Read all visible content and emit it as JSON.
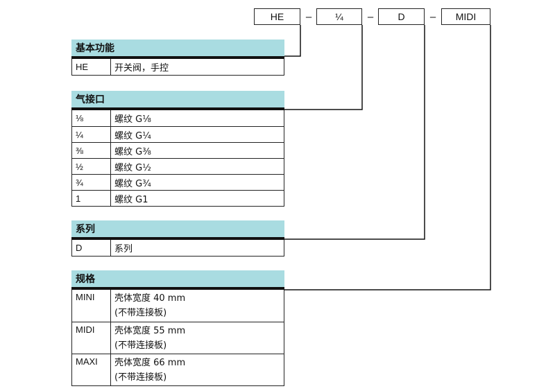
{
  "code": {
    "segments": [
      "HE",
      "¼",
      "D",
      "MIDI"
    ],
    "separator": "–"
  },
  "sections": [
    {
      "title": "基本功能",
      "rows": [
        {
          "code": "HE",
          "desc": "开关阀，手控"
        }
      ]
    },
    {
      "title": "气接口",
      "rows": [
        {
          "code": "⅛",
          "desc": "螺纹 G⅛"
        },
        {
          "code": "¼",
          "desc": "螺纹 G¼"
        },
        {
          "code": "⅜",
          "desc": "螺纹 G⅜"
        },
        {
          "code": "½",
          "desc": "螺纹 G½"
        },
        {
          "code": "¾",
          "desc": "螺纹 G¾"
        },
        {
          "code": "1",
          "desc": "螺纹 G1"
        }
      ]
    },
    {
      "title": "系列",
      "rows": [
        {
          "code": "D",
          "desc": "系列"
        }
      ]
    },
    {
      "title": "规格",
      "rows": [
        {
          "code": "MINI",
          "desc": "壳体宽度 40 mm",
          "note": "(不带连接板)"
        },
        {
          "code": "MIDI",
          "desc": "壳体宽度 55 mm",
          "note": "(不带连接板)"
        },
        {
          "code": "MAXI",
          "desc": "壳体宽度 66 mm",
          "note": "(不带连接板)"
        }
      ]
    }
  ]
}
